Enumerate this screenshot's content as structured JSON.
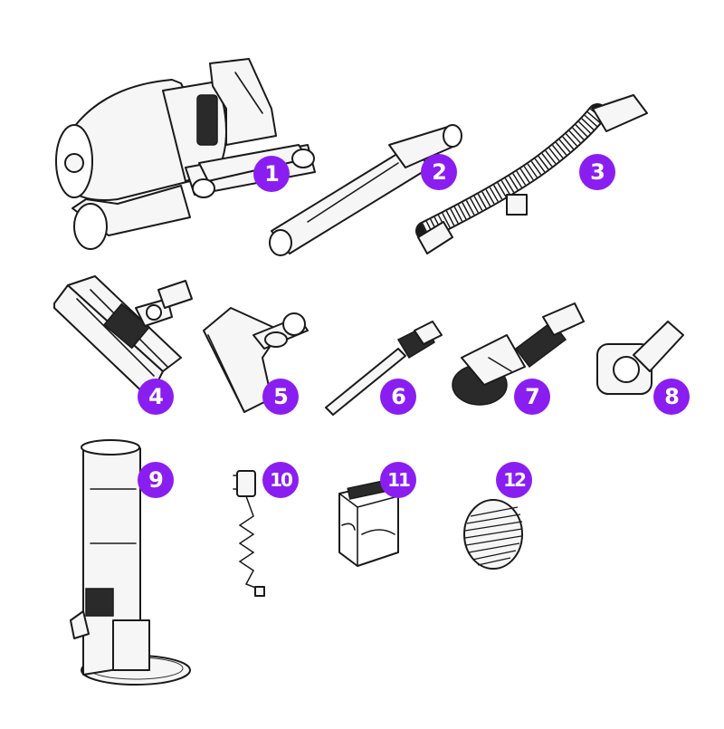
{
  "accent_color": "#8a1ef0",
  "parts": [
    {
      "number": "1",
      "icon": "handheld-vacuum-icon"
    },
    {
      "number": "2",
      "icon": "extension-tube-icon"
    },
    {
      "number": "3",
      "icon": "flexible-hose-icon"
    },
    {
      "number": "4",
      "icon": "floor-brush-head-icon"
    },
    {
      "number": "5",
      "icon": "mini-motor-head-icon"
    },
    {
      "number": "6",
      "icon": "crevice-tool-icon"
    },
    {
      "number": "7",
      "icon": "dusting-brush-icon"
    },
    {
      "number": "8",
      "icon": "wall-bracket-icon"
    },
    {
      "number": "9",
      "icon": "charging-dock-icon"
    },
    {
      "number": "10",
      "icon": "power-adapter-icon"
    },
    {
      "number": "11",
      "icon": "filter-cartridge-icon"
    },
    {
      "number": "12",
      "icon": "round-filter-icon"
    }
  ]
}
